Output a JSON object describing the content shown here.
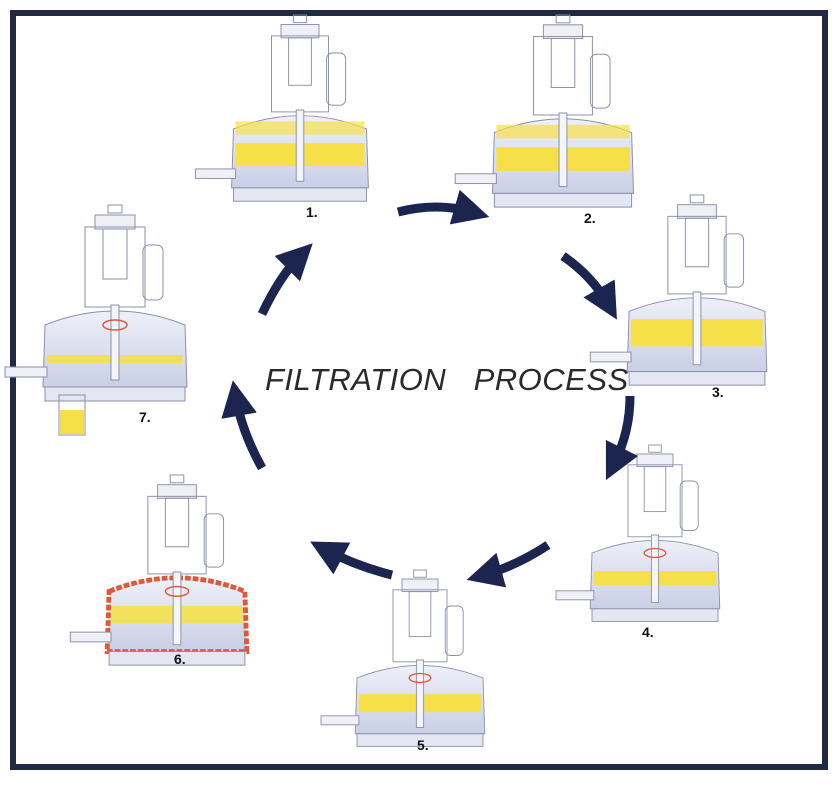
{
  "title": "FILTRATION   PROCESS",
  "colors": {
    "frame": "#1f2a42",
    "arrow": "#1c2550",
    "product": "#f5e04a",
    "heated": "#e0583a",
    "vessel": "#c9cfe6"
  },
  "steps": [
    {
      "label": "1.",
      "state": "two-layers"
    },
    {
      "label": "2.",
      "state": "two-layers"
    },
    {
      "label": "3.",
      "state": "thick-cake"
    },
    {
      "label": "4.",
      "state": "stirring-cake"
    },
    {
      "label": "5.",
      "state": "pressed-cake"
    },
    {
      "label": "6.",
      "state": "heated-drying"
    },
    {
      "label": "7.",
      "state": "discharge"
    }
  ]
}
